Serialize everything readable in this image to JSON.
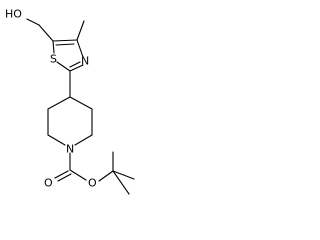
{
  "molecule": {
    "atoms": {
      "hydroxyl": "HO",
      "thiazole_sulfur": "S",
      "thiazole_nitrogen": "N",
      "piperidine_nitrogen": "N",
      "carbonyl_oxygen": "O",
      "ester_oxygen": "O"
    }
  }
}
